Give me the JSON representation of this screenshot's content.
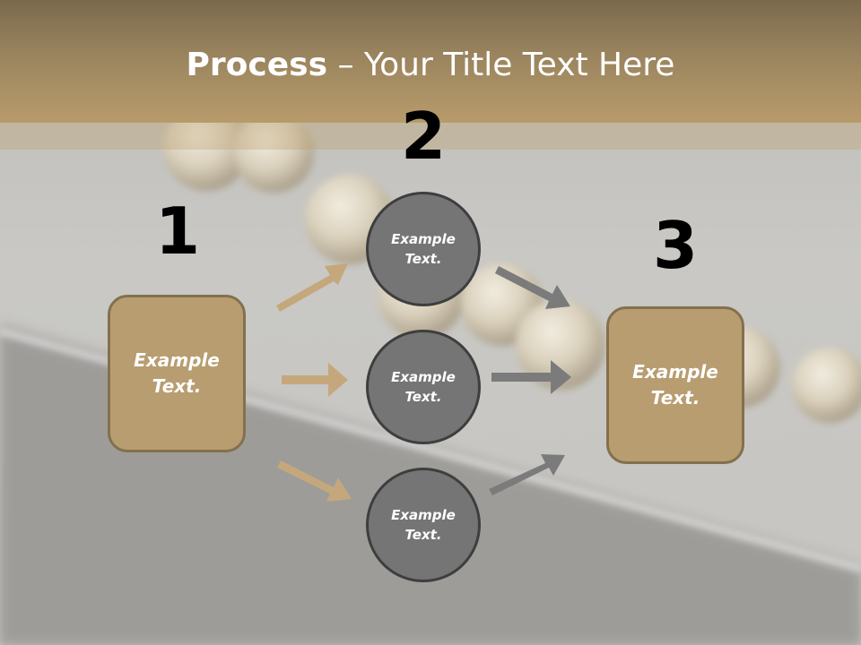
{
  "title": {
    "bold": "Process",
    "rest": " – Your Title Text Here"
  },
  "steps": {
    "one": "1",
    "two": "2",
    "three": "3"
  },
  "left_box": {
    "text": "Example\nText."
  },
  "right_box": {
    "text": "Example\nText."
  },
  "circles": [
    {
      "text": "Example\nText."
    },
    {
      "text": "Example\nText."
    },
    {
      "text": "Example\nText."
    }
  ],
  "colors": {
    "box_fill": "#b89d70",
    "box_border": "#84704e",
    "circle_fill": "#757575",
    "circle_border": "#3e3e3e",
    "arrow_tan": "#c4a87c",
    "arrow_gray": "#7b7b7b",
    "title_bar": "#b89b6b"
  }
}
